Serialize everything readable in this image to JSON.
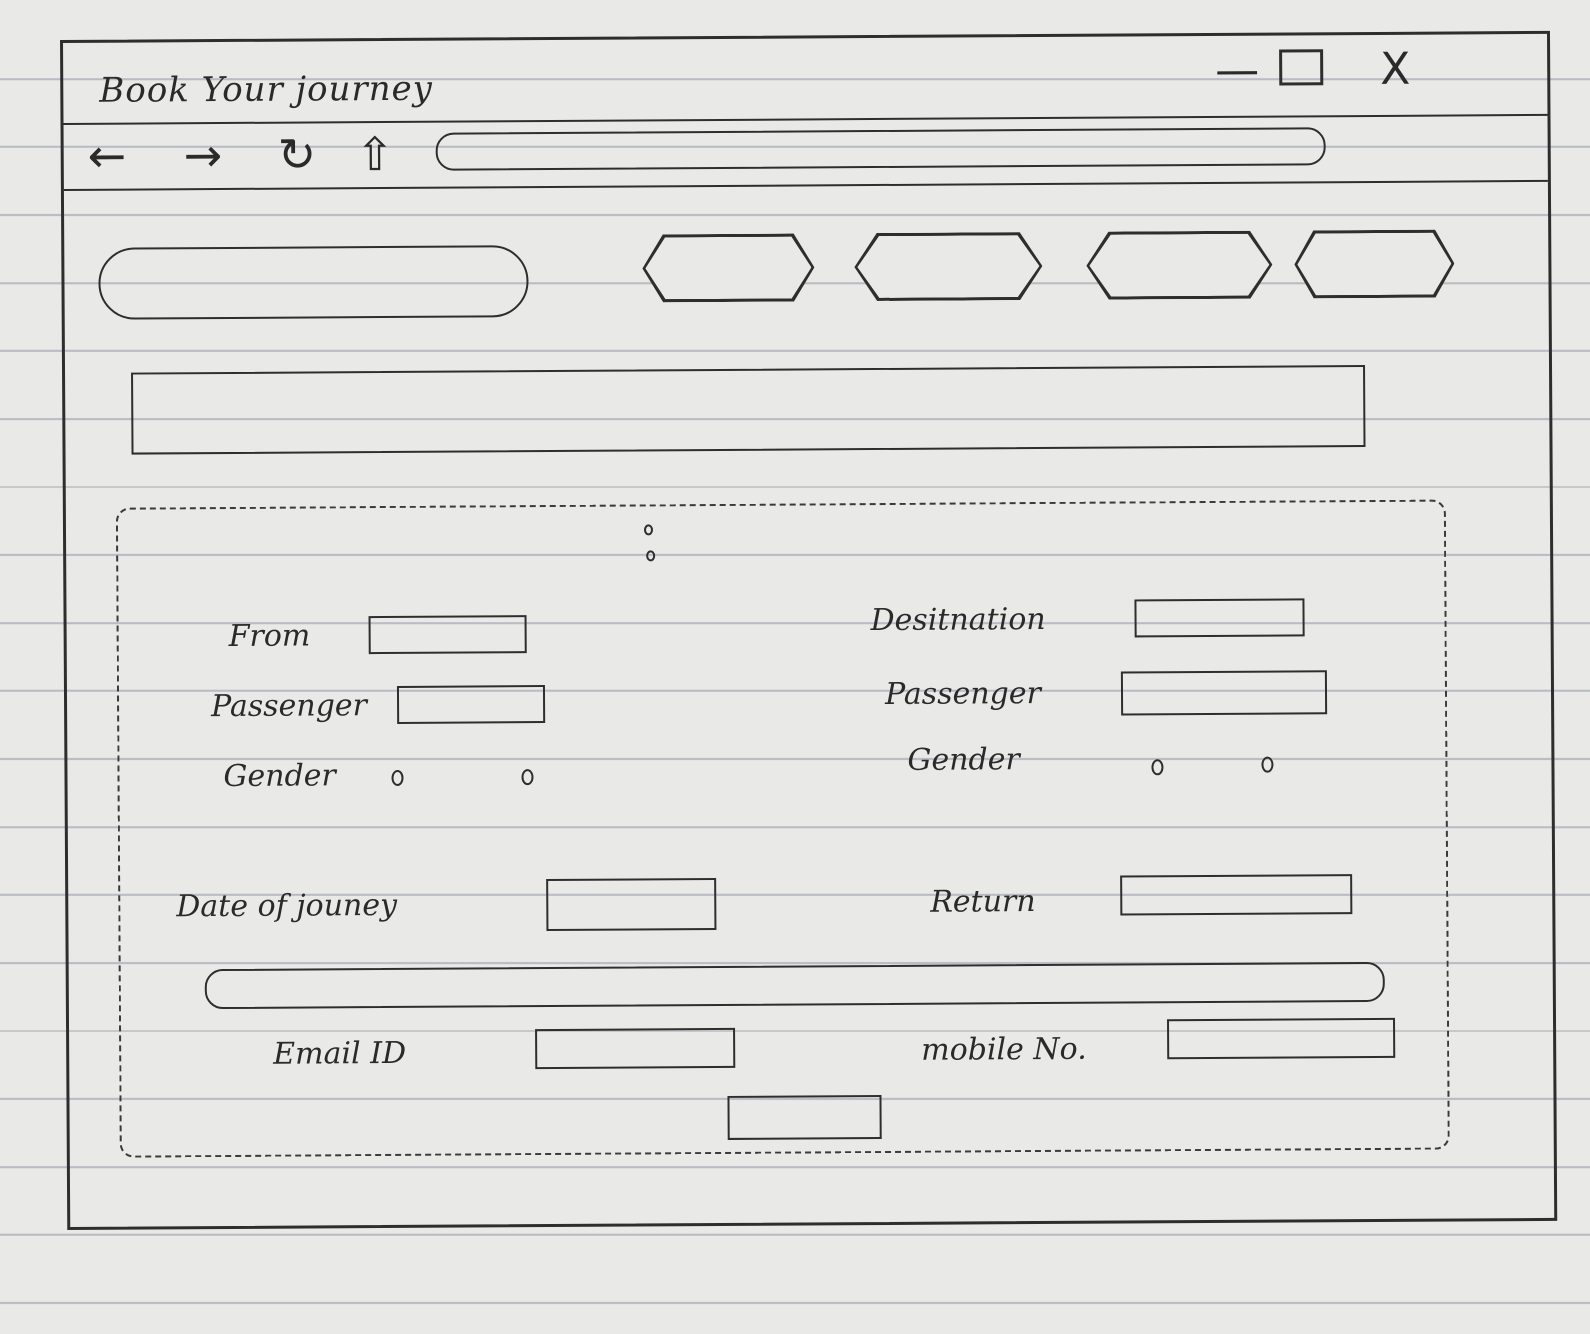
{
  "window": {
    "title": "Book Your journey",
    "controls": {
      "minimize": "—",
      "close": "X"
    }
  },
  "navbar": {
    "back_icon": "←",
    "forward_icon": "→",
    "reload_icon": "↻",
    "home_icon": "⇧"
  },
  "form": {
    "from_label": "From",
    "passenger_label_left": "Passenger",
    "gender_label_left": "Gender",
    "destination_label": "Desitnation",
    "passenger_label_right": "Passenger",
    "gender_label_right": "Gender",
    "date_label": "Date of jouney",
    "return_label": "Return",
    "email_label": "Email ID",
    "mobile_label": "mobile No."
  }
}
